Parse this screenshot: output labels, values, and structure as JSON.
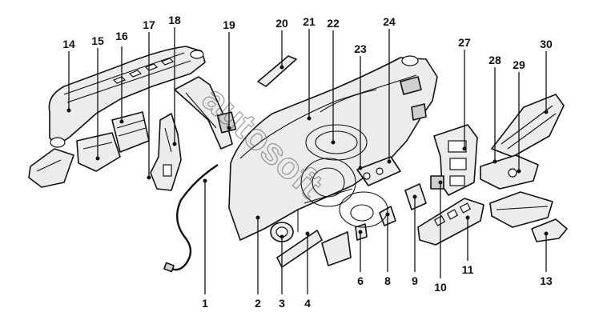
{
  "diagram": {
    "type": "exploded-parts-view",
    "callouts": [
      "1",
      "2",
      "3",
      "4",
      "6",
      "8",
      "9",
      "10",
      "11",
      "13",
      "14",
      "15",
      "16",
      "17",
      "18",
      "19",
      "20",
      "21",
      "22",
      "23",
      "24",
      "27",
      "28",
      "29",
      "30"
    ]
  },
  "watermark": {
    "text": "autosoft"
  },
  "colors": {
    "line": "#111111",
    "part_fill": "#ececec",
    "background": "#ffffff"
  }
}
